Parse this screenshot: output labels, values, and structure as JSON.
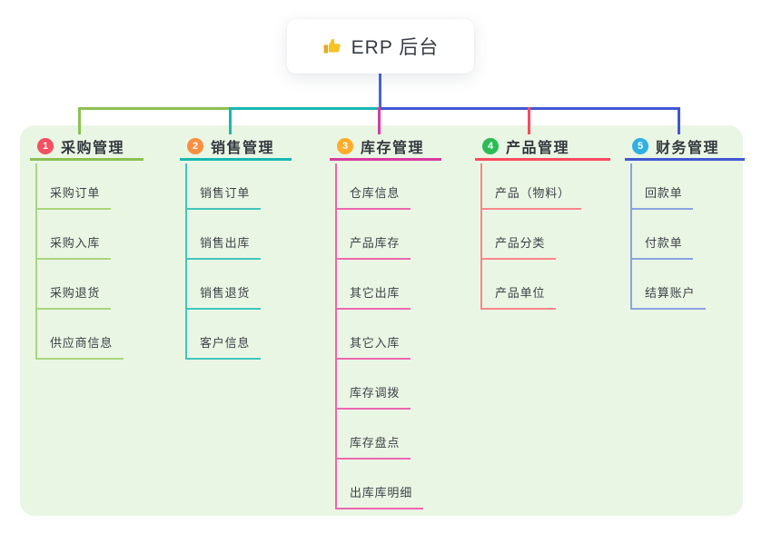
{
  "root": {
    "label": "ERP 后台",
    "icon": "thumbs-up"
  },
  "colors": {
    "background": "#ffffff",
    "panel": "#eaf6e4",
    "root_line": "#4b63d8",
    "header_text": "#33383e",
    "item_text": "#3d4247"
  },
  "branches": [
    {
      "number": "1",
      "slug": "purchase",
      "label": "采购管理",
      "badge_color": "#f45062",
      "line_color": "#8cc152",
      "item_line_color": "#abd57e",
      "items": [
        "采购订单",
        "采购入库",
        "采购退货",
        "供应商信息"
      ]
    },
    {
      "number": "2",
      "slug": "sales",
      "label": "销售管理",
      "badge_color": "#fb8f40",
      "line_color": "#18b8b0",
      "item_line_color": "#43c5bc",
      "items": [
        "销售订单",
        "销售出库",
        "销售退货",
        "客户信息"
      ]
    },
    {
      "number": "3",
      "slug": "inventory",
      "label": "库存管理",
      "badge_color": "#ffac28",
      "line_color": "#d93ba0",
      "item_line_color": "#ec67b0",
      "items": [
        "仓库信息",
        "产品库存",
        "其它出库",
        "其它入库",
        "库存调拨",
        "库存盘点",
        "出库库明细"
      ]
    },
    {
      "number": "4",
      "slug": "product",
      "label": "产品管理",
      "badge_color": "#2dbb55",
      "line_color": "#f94b60",
      "item_line_color": "#f9868c",
      "items": [
        "产品（物料）",
        "产品分类",
        "产品单位"
      ]
    },
    {
      "number": "5",
      "slug": "finance",
      "label": "财务管理",
      "badge_color": "#2fb0e3",
      "line_color": "#4058d2",
      "item_line_color": "#8ba3e1",
      "items": [
        "回款单",
        "付款单",
        "结算账户"
      ]
    }
  ]
}
